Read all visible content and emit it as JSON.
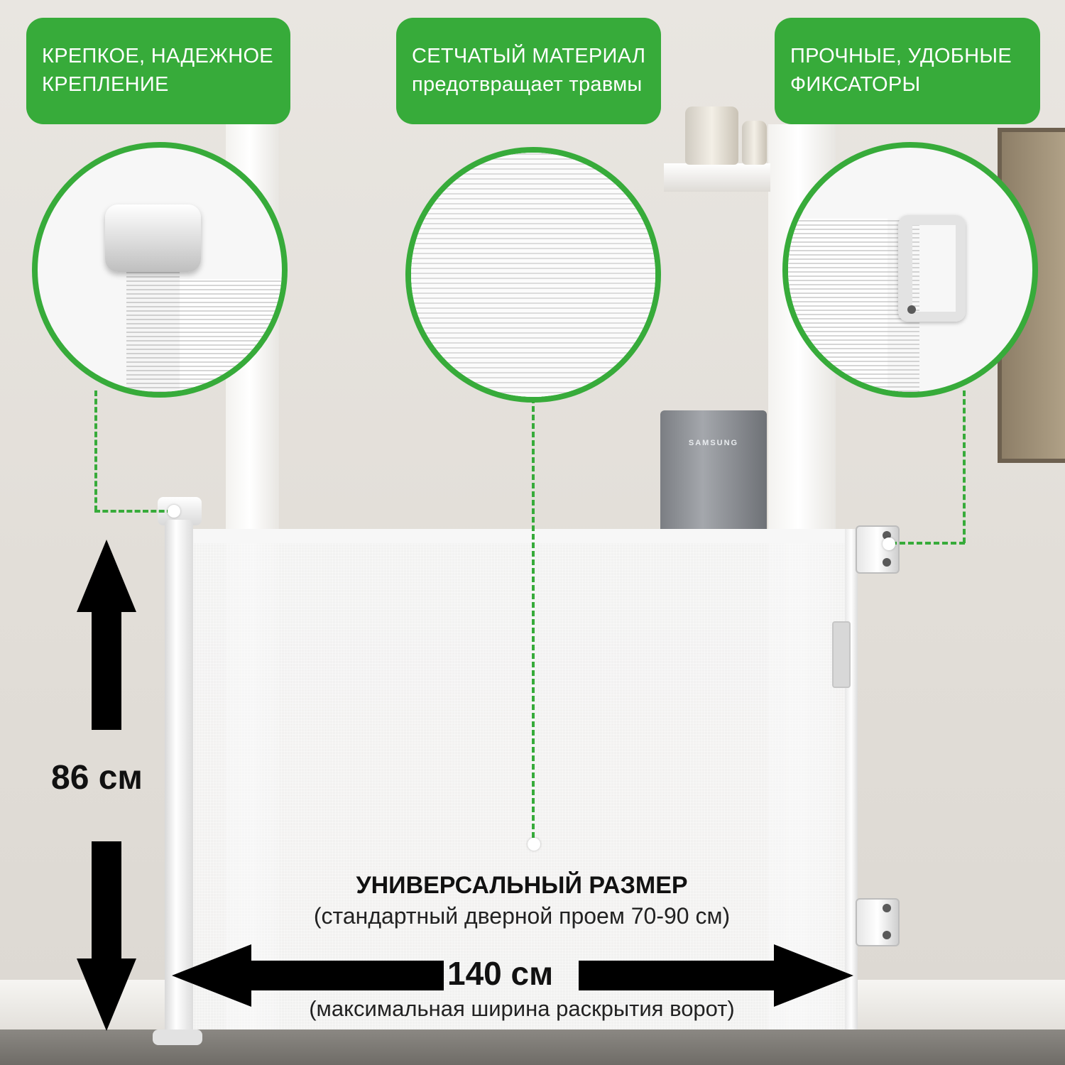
{
  "callouts": [
    {
      "line1": "КРЕПКОЕ, НАДЕЖНОЕ",
      "line2": "КРЕПЛЕНИЕ"
    },
    {
      "line1": "СЕТЧАТЫЙ МАТЕРИАЛ",
      "line2": "предотвращает травмы"
    },
    {
      "line1": "ПРОЧНЫЕ, УДОБНЫЕ",
      "line2": "ФИКСАТОРЫ"
    }
  ],
  "dimensions": {
    "height": "86 см",
    "width": "140 см",
    "width_caption": "(максимальная ширина раскрытия ворот)"
  },
  "size_block": {
    "title": "УНИВЕРСАЛЬНЫЙ РАЗМЕР",
    "subtitle": "(стандартный дверной проем 70-90 см)"
  },
  "background": {
    "appliance_brand": "SAMSUNG"
  },
  "colors": {
    "accent_green": "#37ab3a",
    "arrow": "#000000"
  }
}
